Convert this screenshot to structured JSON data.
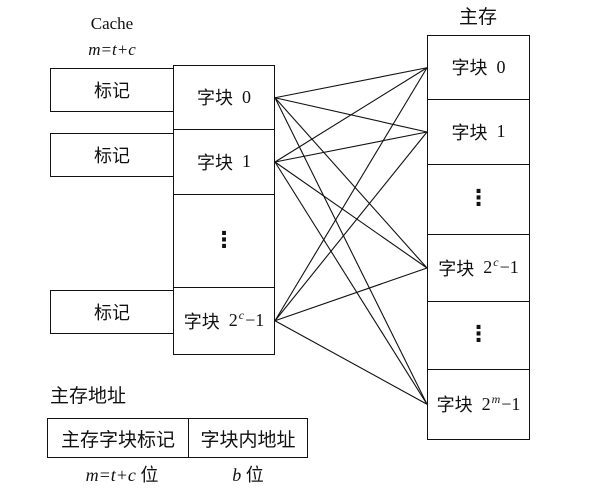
{
  "cache": {
    "title": "Cache",
    "formula": "m=t+c",
    "tags": [
      "标记",
      "标记",
      "标记"
    ],
    "blocks": [
      {
        "label": "字块",
        "base": "0"
      },
      {
        "label": "字块",
        "base": "1"
      },
      {
        "label": "字块",
        "base": "2",
        "exp": "c",
        "tail": "−1"
      }
    ],
    "ellipsis": "⋮"
  },
  "memory": {
    "title": "主存",
    "blocks": [
      {
        "label": "字块",
        "base": "0"
      },
      {
        "label": "字块",
        "base": "1"
      },
      {
        "label": "字块",
        "base": "2",
        "exp": "c",
        "tail": "−1"
      },
      {
        "label": "字块",
        "base": "2",
        "exp": "m",
        "tail": "−1"
      }
    ],
    "ellipsis": "⋮"
  },
  "address": {
    "title": "主存地址",
    "fields": [
      {
        "name": "主存字块标记",
        "formula": "m=t+c",
        "unit": "位"
      },
      {
        "name": "字块内地址",
        "formula": "b",
        "unit": "位"
      }
    ]
  }
}
